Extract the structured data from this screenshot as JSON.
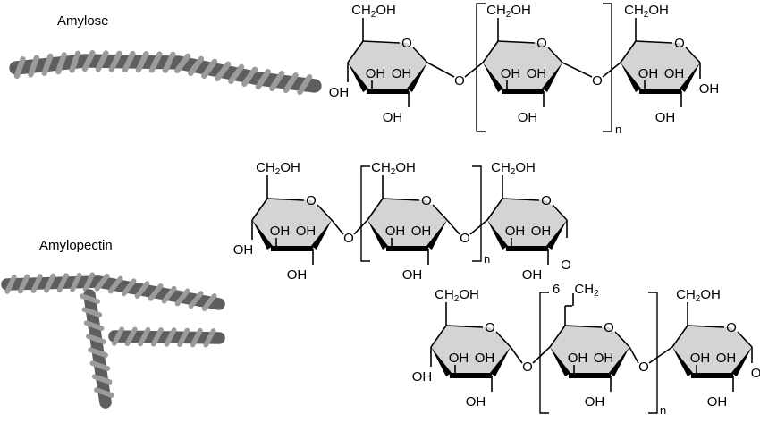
{
  "panels": [
    {
      "id": "amylose",
      "title": "Amylose"
    },
    {
      "id": "amylopectin",
      "title": "Amylopectin"
    }
  ],
  "chem": {
    "ch2oh": "CH",
    "ch2oh_sub": "2",
    "ch2oh_tail": "OH",
    "oh": "OH",
    "ring_o": "O",
    "link_o": "O",
    "repeat_n": "n",
    "branch_pos": "6",
    "ch2": "CH",
    "ch2_sub": "2"
  },
  "colors": {
    "ring_fill": "#d4d4d4",
    "helix_dark": "#5e5e5e",
    "helix_light": "#9b9b9b"
  }
}
